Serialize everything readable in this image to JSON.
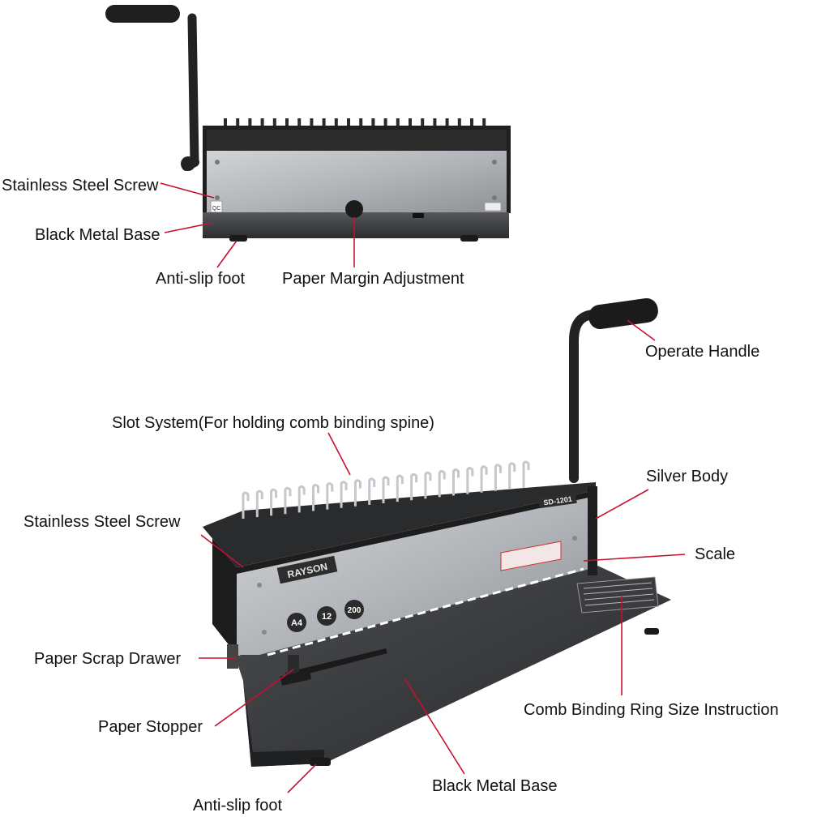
{
  "top_view": {
    "labels": {
      "screw": "Stainless Steel Screw",
      "base": "Black Metal Base",
      "foot": "Anti-slip foot",
      "margin": "Paper Margin Adjustment"
    },
    "qc_sticker": "QC"
  },
  "angle_view": {
    "labels": {
      "handle": "Operate Handle",
      "slots": "Slot System(For holding comb binding spine)",
      "body": "Silver Body",
      "screw": "Stainless Steel Screw",
      "scale": "Scale",
      "drawer": "Paper Scrap Drawer",
      "ring_size": "Comb Binding Ring Size Instruction",
      "stopper": "Paper Stopper",
      "foot": "Anti-slip foot",
      "base": "Black Metal Base"
    },
    "brand": "RAYSON",
    "model": "SD-1201",
    "badges": [
      "A4",
      "12",
      "200"
    ]
  },
  "colors": {
    "leader_line": "#c8102e",
    "silver_body": "#a9acb0",
    "black_base": "#2f3032"
  }
}
